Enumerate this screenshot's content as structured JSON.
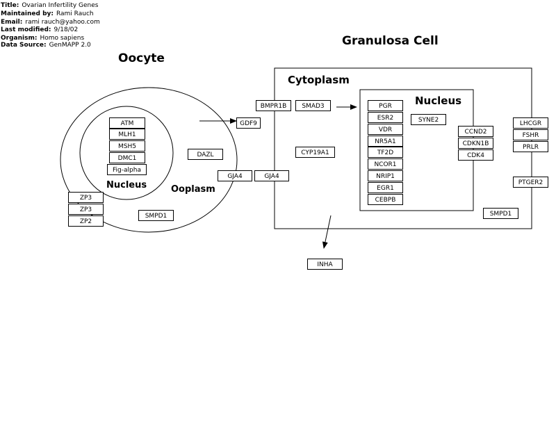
{
  "header": {
    "title_label": "Title:",
    "title": "Ovarian Infertility Genes",
    "maintained_label": "Maintained by:",
    "maintained_by": "Rami Rauch",
    "email_label": "Email:",
    "email": "rami rauch@yahoo.com",
    "modified_label": "Last modified:",
    "last_modified": "9/18/02",
    "organism_label": "Organism:",
    "organism": "Homo sapiens",
    "source_label": "Data Source:",
    "data_source": "GenMAPP 2.0"
  },
  "labels": {
    "oocyte": "Oocyte",
    "granulosa_cell": "Granulosa Cell",
    "cytoplasm": "Cytoplasm",
    "granulosa_nucleus": "Nucleus",
    "oocyte_nucleus": "Nucleus",
    "ooplasm": "Ooplasm"
  },
  "genes": {
    "atm": "ATM",
    "mlh1": "MLH1",
    "msh5": "MSH5",
    "dmc1": "DMC1",
    "fig_alpha": "Fig-alpha",
    "gdf9": "GDF9",
    "dazl": "DAZL",
    "gja4_oocyte": "GJA4",
    "gja4_granulosa": "GJA4",
    "zp3_a": "ZP3",
    "zp3_b": "ZP3",
    "zp2": "ZP2",
    "smpd1_oocyte": "SMPD1",
    "bmpr1b": "BMPR1B",
    "smad3": "SMAD3",
    "cyp19a1": "CYP19A1",
    "pgr": "PGR",
    "esr2": "ESR2",
    "vdr": "VDR",
    "nr5a1": "NR5A1",
    "tf2d": "TF2D",
    "ncor1": "NCOR1",
    "nrip1": "NRIP1",
    "egr1": "EGR1",
    "cebpb": "CEBPB",
    "syne2": "SYNE2",
    "ccnd2": "CCND2",
    "cdkn1b": "CDKN1B",
    "cdk4": "CDK4",
    "lhcgr": "LHCGR",
    "fshr": "FSHR",
    "prlr": "PRLR",
    "ptger2": "PTGER2",
    "smpd1_granulosa": "SMPD1",
    "inha": "INHA"
  }
}
